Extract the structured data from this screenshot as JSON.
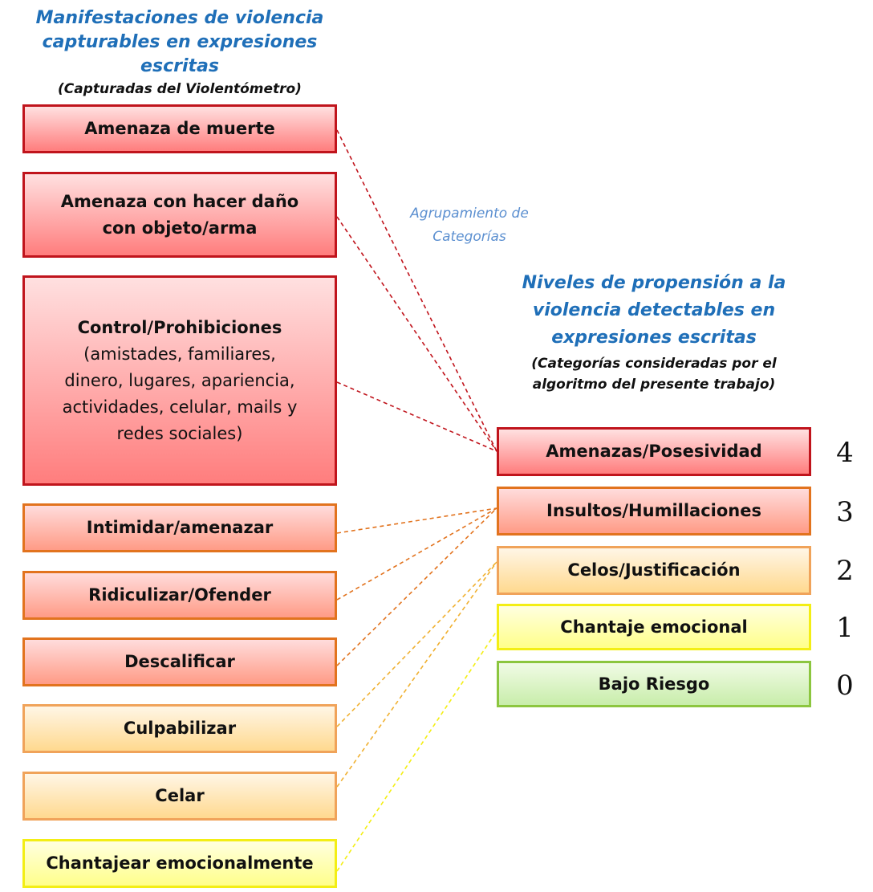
{
  "left_header": {
    "line1": "Manifestaciones  de violencia",
    "line2": "capturables en expresiones escritas",
    "line3": "(Capturadas del Violentómetro)"
  },
  "middle_label": {
    "line1": "Agrupamiento de",
    "line2": "Categorías"
  },
  "right_header": {
    "line1": "Niveles de propensión a la",
    "line2": "violencia detectables en",
    "line3": "expresiones  escritas",
    "line4": "(Categorías consideradas por el",
    "line5": "algoritmo del presente trabajo)"
  },
  "manifestations": [
    {
      "lines": [
        "Amenaza de muerte"
      ]
    },
    {
      "lines": [
        "Amenaza con hacer daño",
        "con objeto/arma"
      ]
    },
    {
      "title": "Control/Prohibiciones",
      "detail": [
        "(amistades, familiares,",
        "dinero, lugares, apariencia,",
        "actividades, celular, mails y",
        "redes sociales)"
      ]
    },
    {
      "lines": [
        "Intimidar/amenazar"
      ]
    },
    {
      "lines": [
        "Ridiculizar/Ofender"
      ]
    },
    {
      "lines": [
        "Descalificar"
      ]
    },
    {
      "lines": [
        "Culpabilizar"
      ]
    },
    {
      "lines": [
        "Celar"
      ]
    },
    {
      "lines": [
        "Chantajear emocionalmente"
      ]
    }
  ],
  "levels": [
    {
      "label": "Amenazas/Posesividad",
      "value": "4"
    },
    {
      "label": "Insultos/Humillaciones",
      "value": "3"
    },
    {
      "label": "Celos/Justificación",
      "value": "2"
    },
    {
      "label": "Chantaje emocional",
      "value": "1"
    },
    {
      "label": "Bajo Riesgo",
      "value": "0"
    }
  ],
  "colors": {
    "level_4": "#c0141c",
    "level_3": "#e2731e",
    "level_2": "#f0a35a",
    "level_1": "#f3ee15",
    "level_0": "#8cc63f",
    "header_blue": "#1f6fb8",
    "middle_label_blue": "#5b8fd0"
  },
  "connections": [
    {
      "from": 0,
      "to": 0
    },
    {
      "from": 1,
      "to": 0
    },
    {
      "from": 2,
      "to": 0
    },
    {
      "from": 3,
      "to": 1
    },
    {
      "from": 4,
      "to": 1
    },
    {
      "from": 5,
      "to": 1
    },
    {
      "from": 6,
      "to": 2
    },
    {
      "from": 7,
      "to": 2
    },
    {
      "from": 8,
      "to": 3
    }
  ]
}
